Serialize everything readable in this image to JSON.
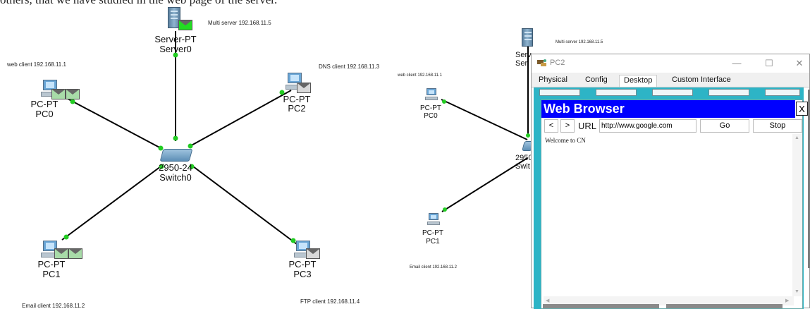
{
  "caption": {
    "text": "others, that we have studied in the web page of the server."
  },
  "left_topology": {
    "server": {
      "type": "Server-PT",
      "name": "Server0",
      "note": "Multi server 192.168.11.5"
    },
    "switch": {
      "type": "2950-24",
      "name": "Switch0"
    },
    "pc0": {
      "type": "PC-PT",
      "name": "PC0",
      "note": "web client 192.168.11.1"
    },
    "pc1": {
      "type": "PC-PT",
      "name": "PC1",
      "note": "Email client 192.168.11.2"
    },
    "pc2": {
      "type": "PC-PT",
      "name": "PC2",
      "note": "DNS client 192.168.11.3"
    },
    "pc3": {
      "type": "PC-PT",
      "name": "PC3",
      "note": "FTP client 192.168.11.4"
    }
  },
  "right_topology": {
    "server": {
      "type": "Serv",
      "name": "Ser",
      "note": "Multi server 192.168.11.5"
    },
    "switch": {
      "type": "2950",
      "name": "Swit"
    },
    "pc0": {
      "type": "PC-PT",
      "name": "PC0",
      "note": "web client 192.168.11.1"
    },
    "pc1": {
      "type": "PC-PT",
      "name": "PC1",
      "note": "Email client 192.168.11.2"
    }
  },
  "dialog": {
    "title": "PC2",
    "minimize": "—",
    "maximize": "☐",
    "close": "✕",
    "tabs": [
      "Physical",
      "Config",
      "Desktop",
      "Custom Interface"
    ],
    "active_tab": "Desktop",
    "browser": {
      "title": "Web Browser",
      "close": "X",
      "back": "<",
      "forward": ">",
      "url_label": "URL",
      "url": "http://www.google.com",
      "go": "Go",
      "stop": "Stop",
      "content": "Welcome to CN"
    }
  },
  "colors": {
    "browser_title_bg": "#0000ff",
    "desktop_bg": "#2db4c6",
    "link_endpoint": "#22cc22",
    "envelope_active": "#22dd22"
  }
}
